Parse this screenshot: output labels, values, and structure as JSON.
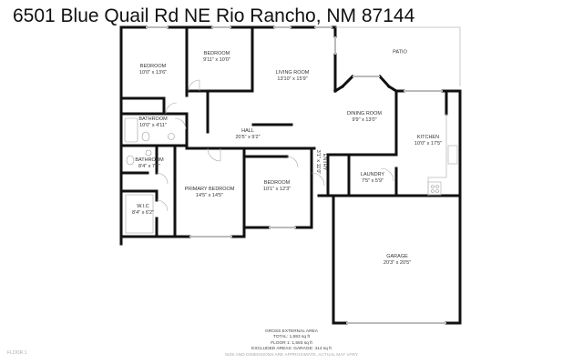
{
  "header": {
    "title": "6501 Blue Quail Rd NE Rio Rancho, NM 87144"
  },
  "rooms": [
    {
      "name": "BEDROOM",
      "dims": "10'0\" x 13'6\""
    },
    {
      "name": "BEDROOM",
      "dims": "9'11\" x 10'0\""
    },
    {
      "name": "LIVING ROOM",
      "dims": "13'10\" x 15'9\""
    },
    {
      "name": "PATIO",
      "dims": ""
    },
    {
      "name": "DINING ROOM",
      "dims": "9'9\" x 13'0\""
    },
    {
      "name": "KITCHEN",
      "dims": "10'0\" x 17'5\""
    },
    {
      "name": "BATHROOM",
      "dims": "10'0\" x 4'11\""
    },
    {
      "name": "HALL",
      "dims": "20'5\" x 9'2\""
    },
    {
      "name": "BATHROOM",
      "dims": "8'4\" x 7'5\""
    },
    {
      "name": "PRIMARY BEDROOM",
      "dims": "14'5\" x 14'5\""
    },
    {
      "name": "W.I.C",
      "dims": "8'4\" x 6'2\""
    },
    {
      "name": "BEDROOM",
      "dims": "10'1\" x 12'3\""
    },
    {
      "name": "ENTRY",
      "dims": "3'1\" x 11'0\""
    },
    {
      "name": "LAUNDRY",
      "dims": "7'5\" x 5'9\""
    },
    {
      "name": "GARAGE",
      "dims": "20'3\" x 20'5\""
    }
  ],
  "footer": {
    "heading": "GROSS EXTERNAL AREA",
    "total": "TOTAL: 1,593 sq ft",
    "floor": "FLOOR 1: 1,593 sq ft",
    "excluded": "EXCLUDED AREAS: GARAGE: 414 sq ft",
    "note": "SIZE AND DIMENSIONS ARE APPROXIMATE, ACTUAL MAY VARY"
  },
  "floor_label": "FLOOR 1"
}
